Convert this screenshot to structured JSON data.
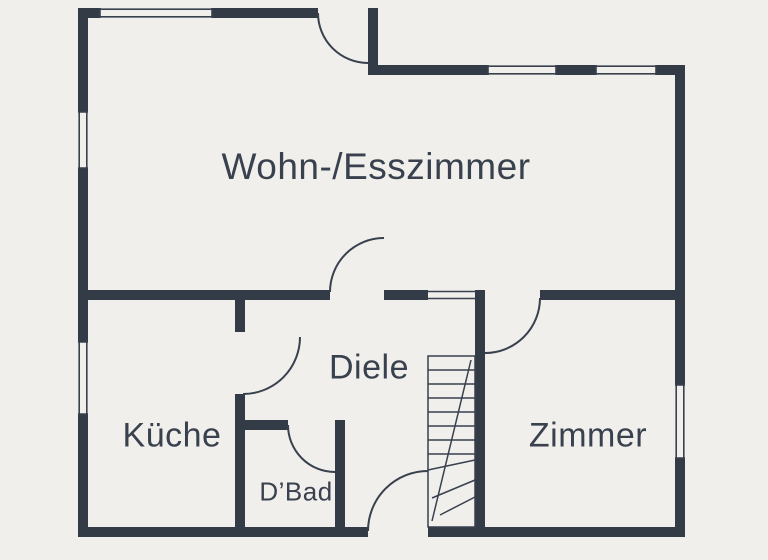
{
  "colors": {
    "background": "#f0efec",
    "walls": "#333b47",
    "text": "#39414e"
  },
  "rooms": [
    {
      "id": "living-dining",
      "label": "Wohn-/Esszimmer"
    },
    {
      "id": "kitchen",
      "label": "Küche"
    },
    {
      "id": "hallway",
      "label": "Diele"
    },
    {
      "id": "shower-bath",
      "label": "D’Bad"
    },
    {
      "id": "room",
      "label": "Zimmer"
    }
  ]
}
